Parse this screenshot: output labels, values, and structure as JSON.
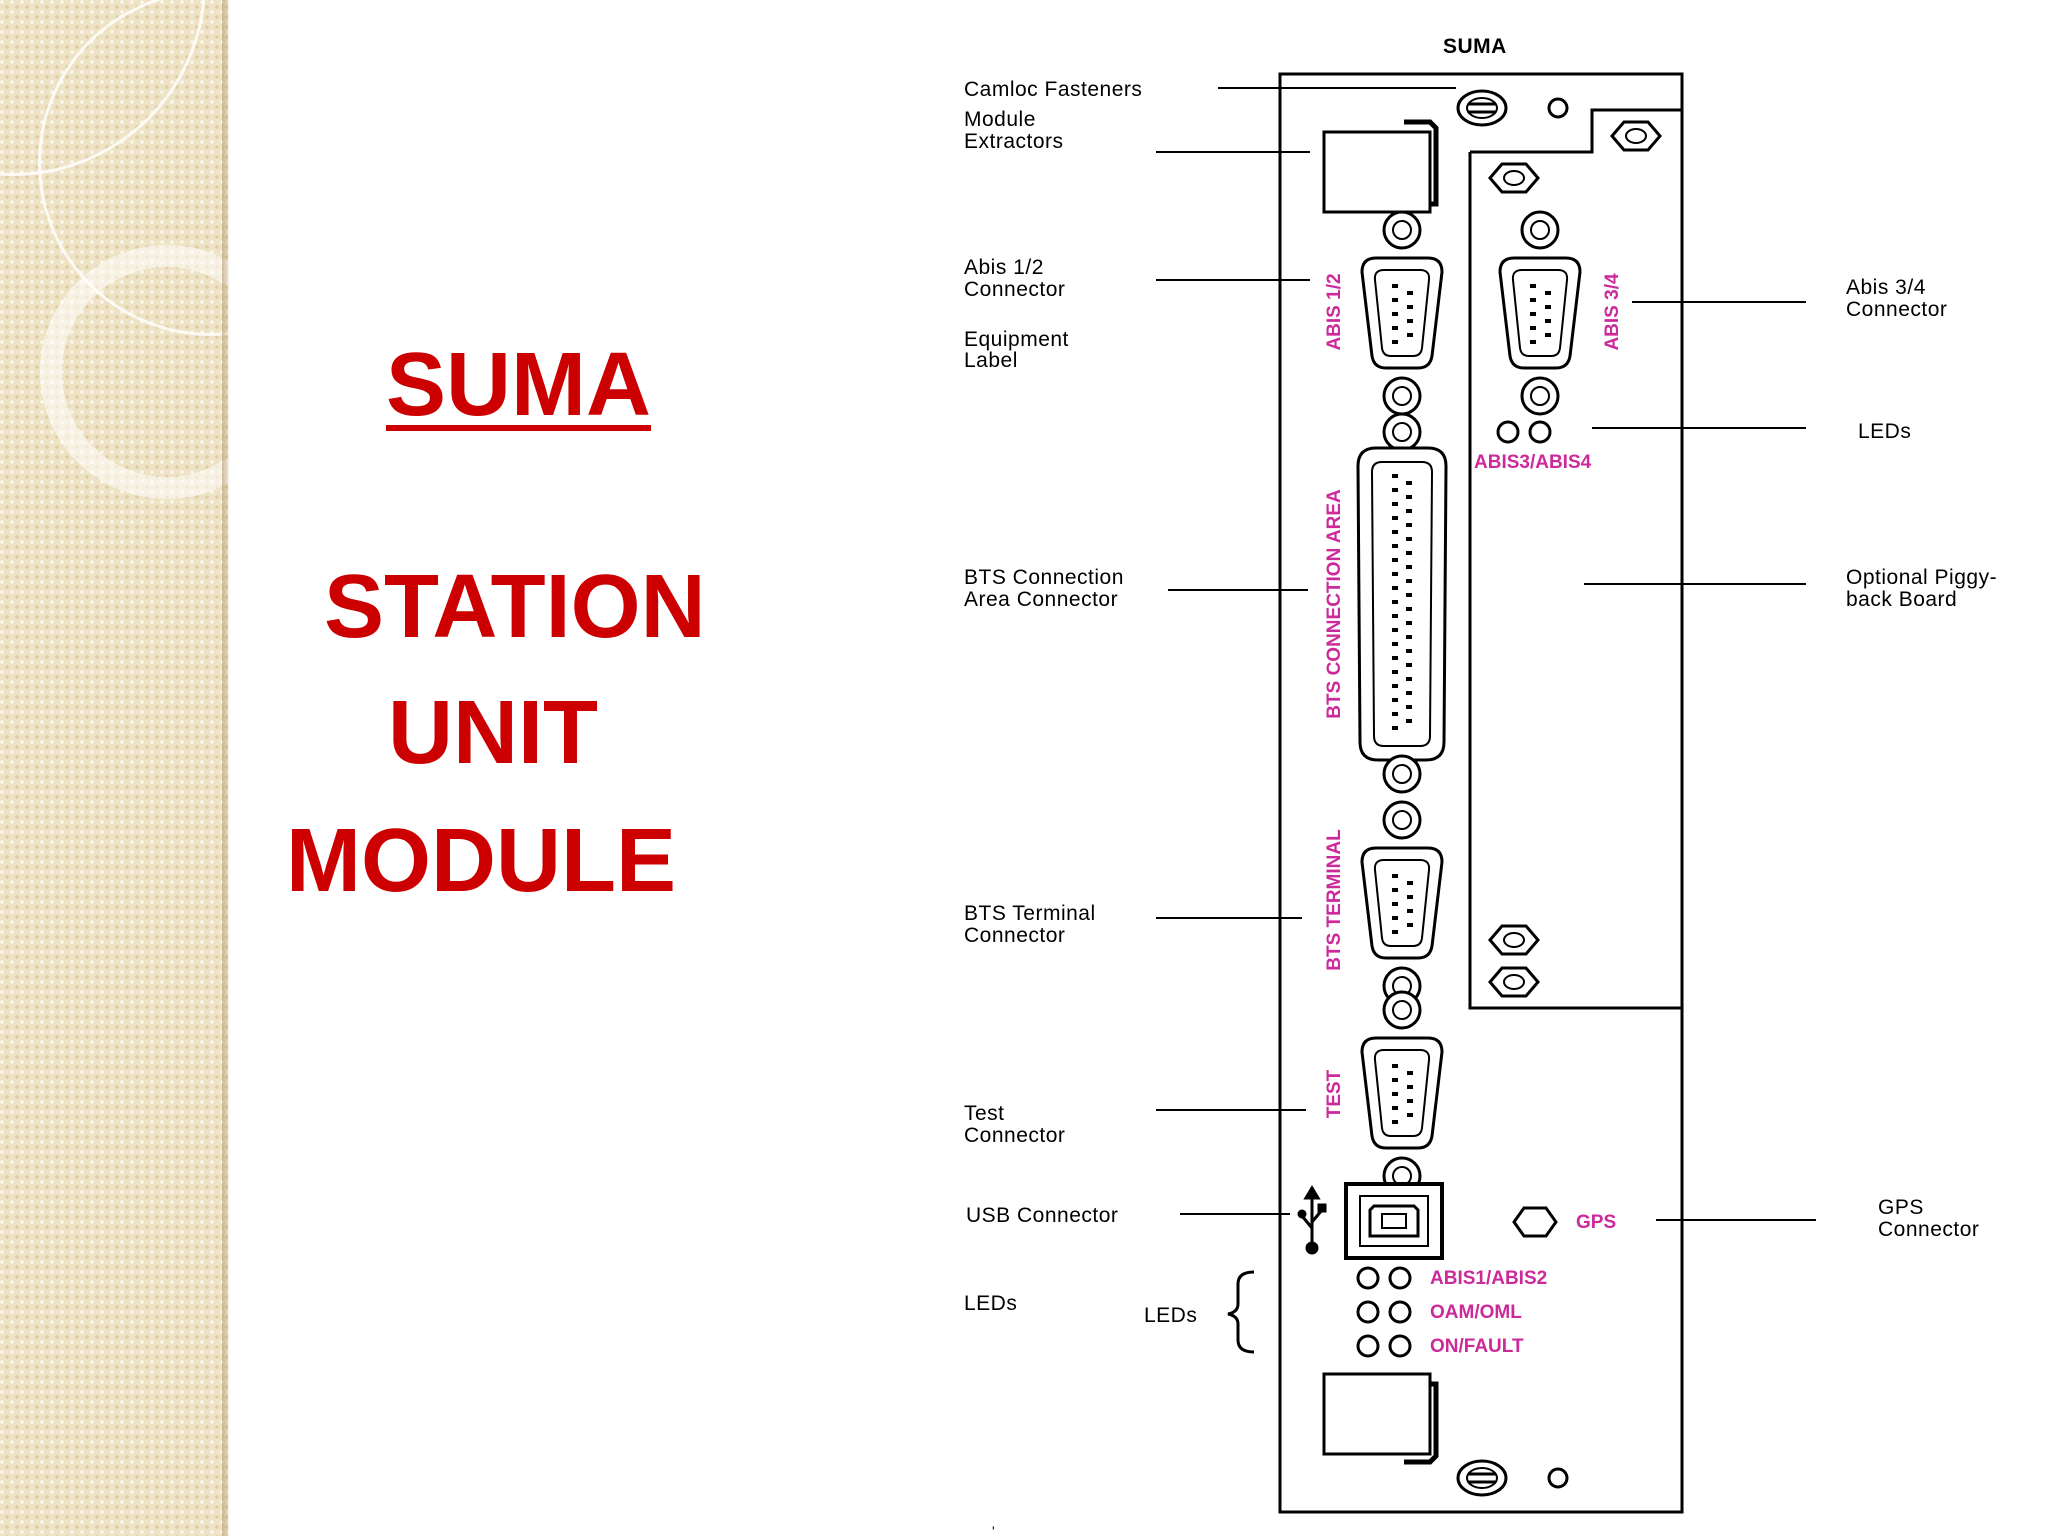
{
  "slide": {
    "title_lines": [
      "SUMA",
      "STATION",
      "UNIT",
      "MODULE"
    ]
  },
  "diagram": {
    "heading": "SUMA",
    "labels": {
      "camloc_fasteners": "Camloc Fasteners",
      "module_extractors": [
        "Module",
        "Extractors"
      ],
      "abis12_connector": [
        "Abis 1/2",
        "Connector"
      ],
      "equipment_label": [
        "Equipment",
        "Label"
      ],
      "bts_connection_area_connector": [
        "BTS Connection",
        "Area Connector"
      ],
      "bts_terminal_connector": [
        "BTS Terminal",
        "Connector"
      ],
      "test_connector": [
        "Test",
        "Connector"
      ],
      "usb_connector": "USB Connector",
      "leds_left": "LEDs",
      "leds_bracket": "LEDs",
      "abis34_connector": [
        "Abis 3/4",
        "Connector"
      ],
      "leds_right": "LEDs",
      "optional_piggyback": [
        "Optional Piggy-",
        "back  Board"
      ],
      "gps_connector": [
        "GPS",
        "Connector"
      ]
    },
    "panel_markings": {
      "abis12": "ABIS 1/2",
      "abis34": "ABIS 3/4",
      "abis34_leds": "ABIS3/ABIS4",
      "bts_connection_area": "BTS CONNECTION AREA",
      "bts_terminal": "BTS TERMINAL",
      "test": "TEST",
      "gps": "GPS",
      "led_abis12": "ABIS1/ABIS2",
      "led_oam": "OAM/OML",
      "led_on_fault": "ON/FAULT"
    },
    "colors": {
      "title_red": "#cc0000",
      "marking_magenta": "#cc2a9a"
    }
  }
}
